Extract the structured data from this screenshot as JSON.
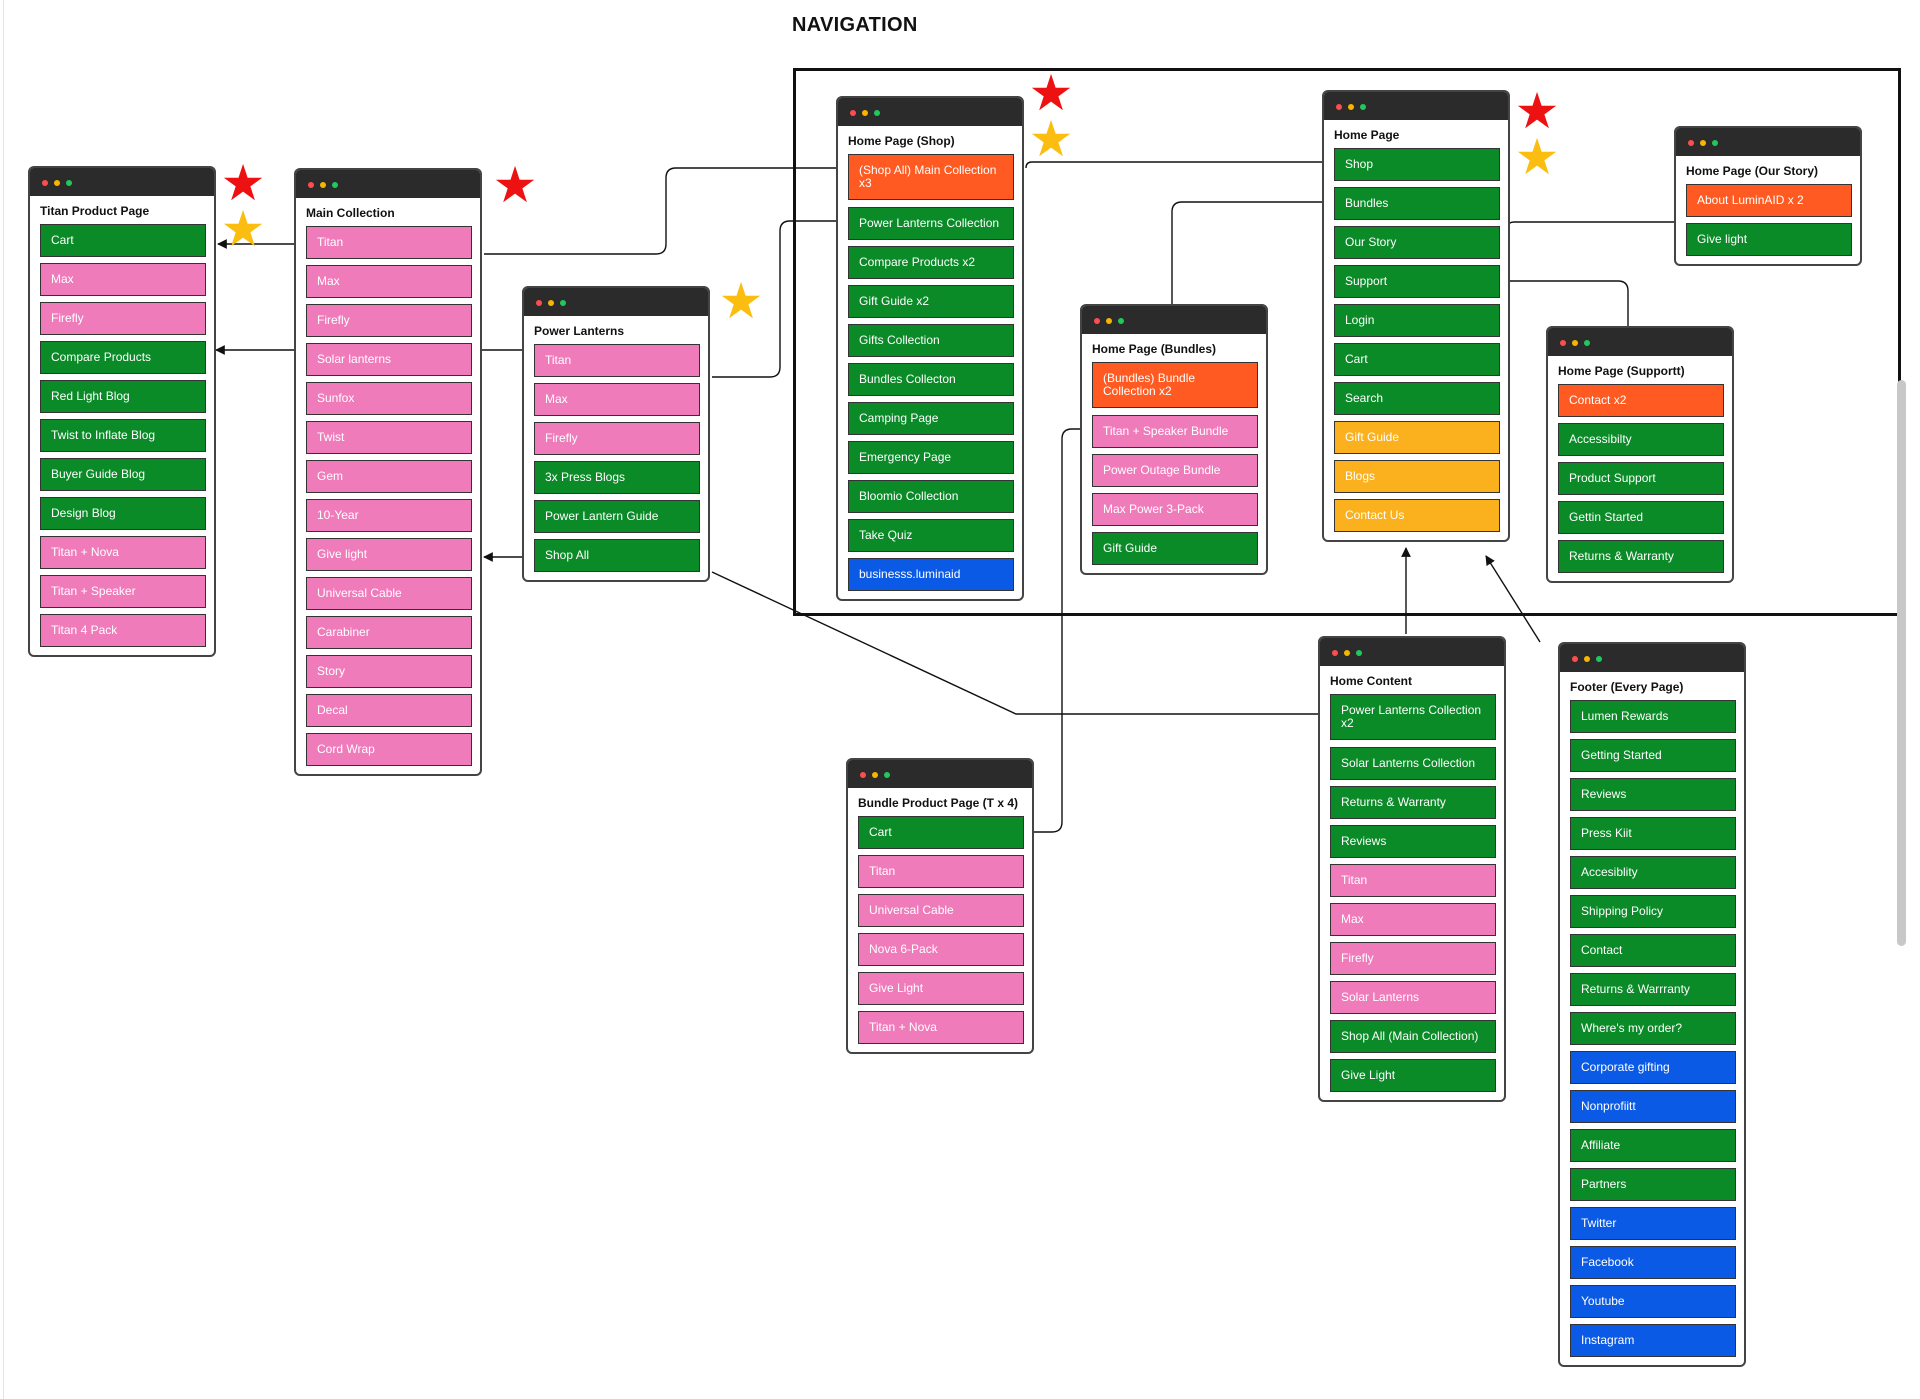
{
  "title": "NAVIGATION",
  "colors": {
    "green": "#0b8a28",
    "pink": "#f07bbb",
    "orange": "#ff5a22",
    "yellow": "#fbb11e",
    "blue": "#0a5ae6",
    "star_red": "#ee1111",
    "star_gold": "#fbbd0f"
  },
  "cards": [
    {
      "id": "titan-product-page",
      "title": "Titan Product Page",
      "items": [
        {
          "label": "Cart",
          "color": "green"
        },
        {
          "label": "Max",
          "color": "pink"
        },
        {
          "label": "Firefly",
          "color": "pink"
        },
        {
          "label": "Compare Products",
          "color": "green"
        },
        {
          "label": "Red Light Blog",
          "color": "green"
        },
        {
          "label": "Twist to Inflate Blog",
          "color": "green"
        },
        {
          "label": "Buyer Guide Blog",
          "color": "green"
        },
        {
          "label": "Design Blog",
          "color": "green"
        },
        {
          "label": "Titan + Nova",
          "color": "pink"
        },
        {
          "label": "Titan + Speaker",
          "color": "pink"
        },
        {
          "label": "Titan 4 Pack",
          "color": "pink"
        }
      ]
    },
    {
      "id": "main-collection",
      "title": "Main Collection",
      "items": [
        {
          "label": "Titan",
          "color": "pink"
        },
        {
          "label": "Max",
          "color": "pink"
        },
        {
          "label": "Firefly",
          "color": "pink"
        },
        {
          "label": "Solar lanterns",
          "color": "pink"
        },
        {
          "label": "Sunfox",
          "color": "pink"
        },
        {
          "label": "Twist",
          "color": "pink"
        },
        {
          "label": "Gem",
          "color": "pink"
        },
        {
          "label": "10-Year",
          "color": "pink"
        },
        {
          "label": "Give light",
          "color": "pink"
        },
        {
          "label": "Universal Cable",
          "color": "pink"
        },
        {
          "label": "Carabiner",
          "color": "pink"
        },
        {
          "label": "Story",
          "color": "pink"
        },
        {
          "label": "Decal",
          "color": "pink"
        },
        {
          "label": "Cord Wrap",
          "color": "pink"
        }
      ]
    },
    {
      "id": "power-lanterns",
      "title": "Power Lanterns",
      "items": [
        {
          "label": "Titan",
          "color": "pink"
        },
        {
          "label": "Max",
          "color": "pink"
        },
        {
          "label": "Firefly",
          "color": "pink"
        },
        {
          "label": "3x Press Blogs",
          "color": "green"
        },
        {
          "label": "Power Lantern Guide",
          "color": "green"
        },
        {
          "label": "Shop All",
          "color": "green"
        }
      ]
    },
    {
      "id": "home-page-shop",
      "title": "Home Page (Shop)",
      "items": [
        {
          "label": "(Shop All) Main Collection x3",
          "color": "orange"
        },
        {
          "label": "Power Lanterns Collection",
          "color": "green"
        },
        {
          "label": "Compare Products x2",
          "color": "green"
        },
        {
          "label": "Gift Guide x2",
          "color": "green"
        },
        {
          "label": "Gifts Collection",
          "color": "green"
        },
        {
          "label": "Bundles Collecton",
          "color": "green"
        },
        {
          "label": "Camping Page",
          "color": "green"
        },
        {
          "label": "Emergency Page",
          "color": "green"
        },
        {
          "label": "Bloomio Collection",
          "color": "green"
        },
        {
          "label": "Take Quiz",
          "color": "green"
        },
        {
          "label": "businesss.luminaid",
          "color": "blue"
        }
      ]
    },
    {
      "id": "home-page-bundles",
      "title": "Home Page (Bundles)",
      "items": [
        {
          "label": "(Bundles) Bundle Collection x2",
          "color": "orange"
        },
        {
          "label": "Titan + Speaker Bundle",
          "color": "pink"
        },
        {
          "label": "Power Outage Bundle",
          "color": "pink"
        },
        {
          "label": "Max Power 3-Pack",
          "color": "pink"
        },
        {
          "label": "Gift Guide",
          "color": "green"
        }
      ]
    },
    {
      "id": "home-page",
      "title": "Home Page",
      "items": [
        {
          "label": "Shop",
          "color": "green"
        },
        {
          "label": "Bundles",
          "color": "green"
        },
        {
          "label": "Our Story",
          "color": "green"
        },
        {
          "label": "Support",
          "color": "green"
        },
        {
          "label": "Login",
          "color": "green"
        },
        {
          "label": "Cart",
          "color": "green"
        },
        {
          "label": "Search",
          "color": "green"
        },
        {
          "label": "Gift Guide",
          "color": "yellow"
        },
        {
          "label": "Blogs",
          "color": "yellow"
        },
        {
          "label": "Contact Us",
          "color": "yellow"
        }
      ]
    },
    {
      "id": "home-page-our-story",
      "title": "Home Page (Our Story)",
      "items": [
        {
          "label": "About LuminAID x 2",
          "color": "orange"
        },
        {
          "label": "Give light",
          "color": "green"
        }
      ]
    },
    {
      "id": "home-page-support",
      "title": "Home Page (Supportt)",
      "items": [
        {
          "label": "Contact x2",
          "color": "orange"
        },
        {
          "label": "Accessibilty",
          "color": "green"
        },
        {
          "label": "Product Support",
          "color": "green"
        },
        {
          "label": "Gettin Started",
          "color": "green"
        },
        {
          "label": "Returns & Warranty",
          "color": "green"
        }
      ]
    },
    {
      "id": "bundle-product-page",
      "title": "Bundle Product Page (T x 4)",
      "items": [
        {
          "label": "Cart",
          "color": "green"
        },
        {
          "label": "Titan",
          "color": "pink"
        },
        {
          "label": "Universal Cable",
          "color": "pink"
        },
        {
          "label": "Nova 6-Pack",
          "color": "pink"
        },
        {
          "label": "Give Light",
          "color": "pink"
        },
        {
          "label": "Titan + Nova",
          "color": "pink"
        }
      ]
    },
    {
      "id": "home-content",
      "title": "Home Content",
      "items": [
        {
          "label": "Power Lanterns Collection x2",
          "color": "green"
        },
        {
          "label": "Solar Lanterns Collection",
          "color": "green"
        },
        {
          "label": "Returns & Warranty",
          "color": "green"
        },
        {
          "label": "Reviews",
          "color": "green"
        },
        {
          "label": "Titan",
          "color": "pink"
        },
        {
          "label": "Max",
          "color": "pink"
        },
        {
          "label": "Firefly",
          "color": "pink"
        },
        {
          "label": "Solar Lanterns",
          "color": "pink"
        },
        {
          "label": "Shop All (Main Collection)",
          "color": "green"
        },
        {
          "label": "Give Light",
          "color": "green"
        }
      ]
    },
    {
      "id": "footer-every-page",
      "title": "Footer (Every Page)",
      "items": [
        {
          "label": "Lumen Rewards",
          "color": "green"
        },
        {
          "label": "Getting Started",
          "color": "green"
        },
        {
          "label": "Reviews",
          "color": "green"
        },
        {
          "label": "Press Kiit",
          "color": "green"
        },
        {
          "label": "Accesiblity",
          "color": "green"
        },
        {
          "label": "Shipping Policy",
          "color": "green"
        },
        {
          "label": "Contact",
          "color": "green"
        },
        {
          "label": "Returns & Warrranty",
          "color": "green"
        },
        {
          "label": "Where's my order?",
          "color": "green"
        },
        {
          "label": "Corporate gifting",
          "color": "blue"
        },
        {
          "label": "Nonprofiitt",
          "color": "blue"
        },
        {
          "label": "Affiliate",
          "color": "green"
        },
        {
          "label": "Partners",
          "color": "green"
        },
        {
          "label": "Twitter",
          "color": "blue"
        },
        {
          "label": "Facebook",
          "color": "blue"
        },
        {
          "label": "Youtube",
          "color": "blue"
        },
        {
          "label": "Instagram",
          "color": "blue"
        }
      ]
    }
  ],
  "stars": [
    {
      "card": "titan-product-page",
      "kind": "red"
    },
    {
      "card": "titan-product-page",
      "kind": "gold"
    },
    {
      "card": "main-collection",
      "kind": "red"
    },
    {
      "card": "power-lanterns",
      "kind": "gold"
    },
    {
      "card": "home-page-shop",
      "kind": "red"
    },
    {
      "card": "home-page-shop",
      "kind": "gold"
    },
    {
      "card": "home-page",
      "kind": "red"
    },
    {
      "card": "home-page",
      "kind": "gold"
    }
  ]
}
